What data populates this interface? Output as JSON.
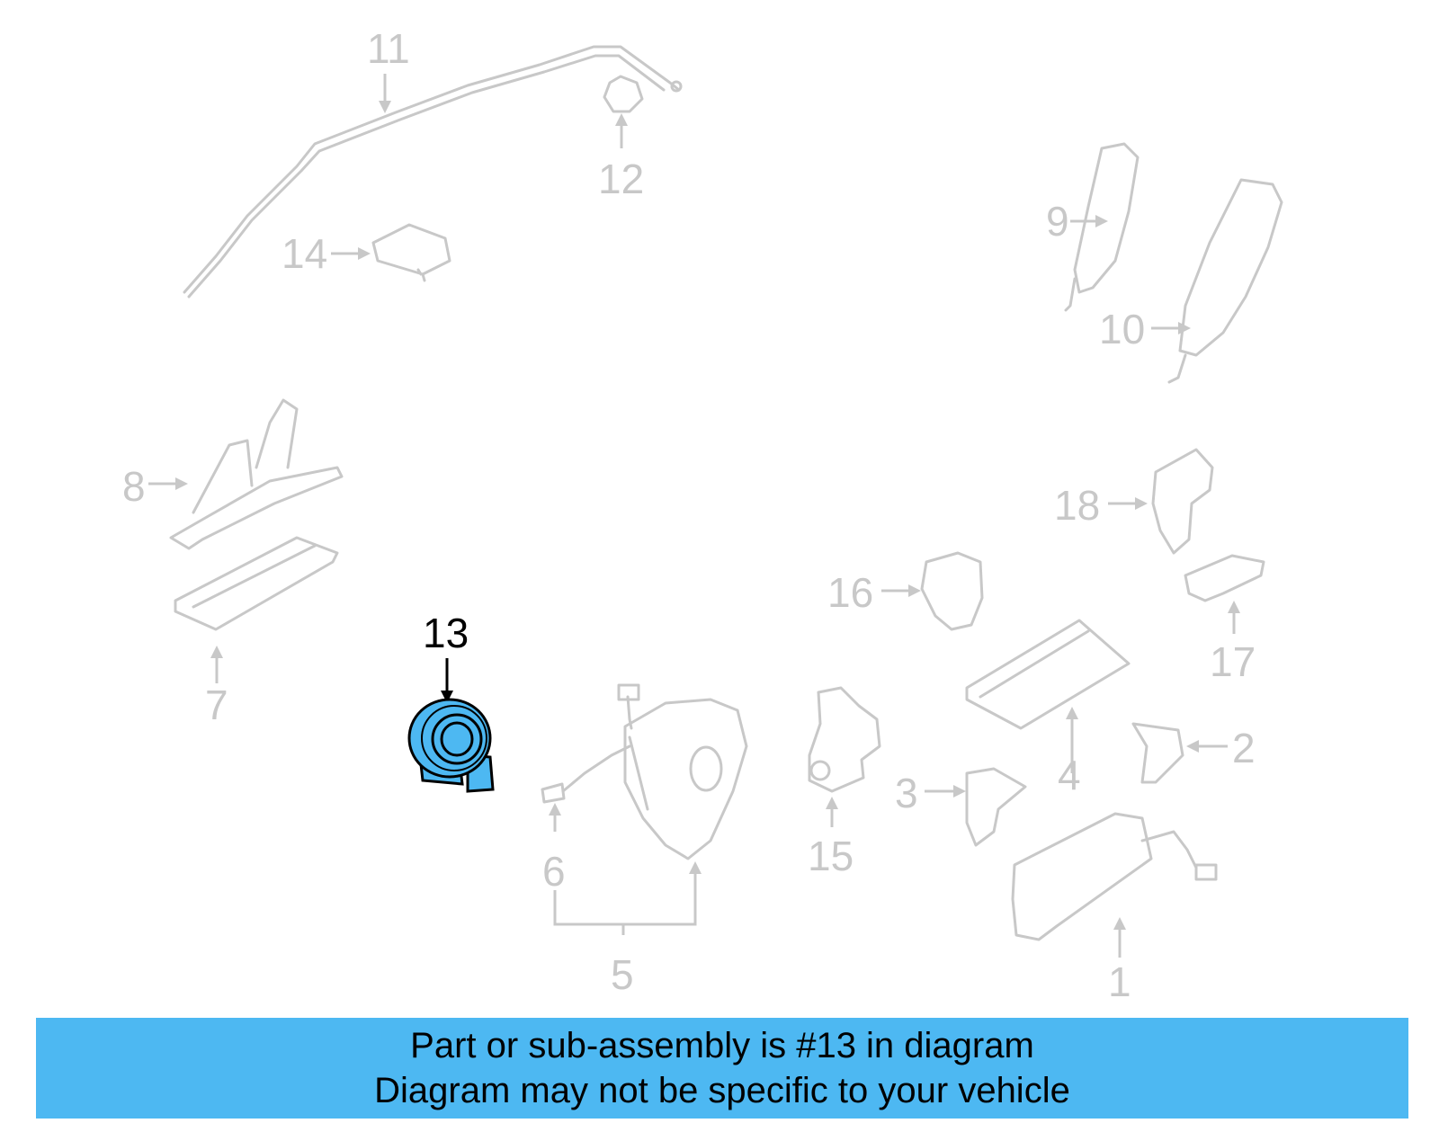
{
  "callouts": {
    "c1": "1",
    "c2": "2",
    "c3": "3",
    "c4": "4",
    "c5": "5",
    "c6": "6",
    "c7": "7",
    "c8": "8",
    "c9": "9",
    "c10": "10",
    "c11": "11",
    "c12": "12",
    "c13": "13",
    "c14": "14",
    "c15": "15",
    "c16": "16",
    "c17": "17",
    "c18": "18"
  },
  "highlight": {
    "color": "#4db8f2",
    "part_number": "13"
  },
  "banner": {
    "line1": "Part or sub-assembly is #13 in diagram",
    "line2": "Diagram may not be specific to your vehicle"
  }
}
